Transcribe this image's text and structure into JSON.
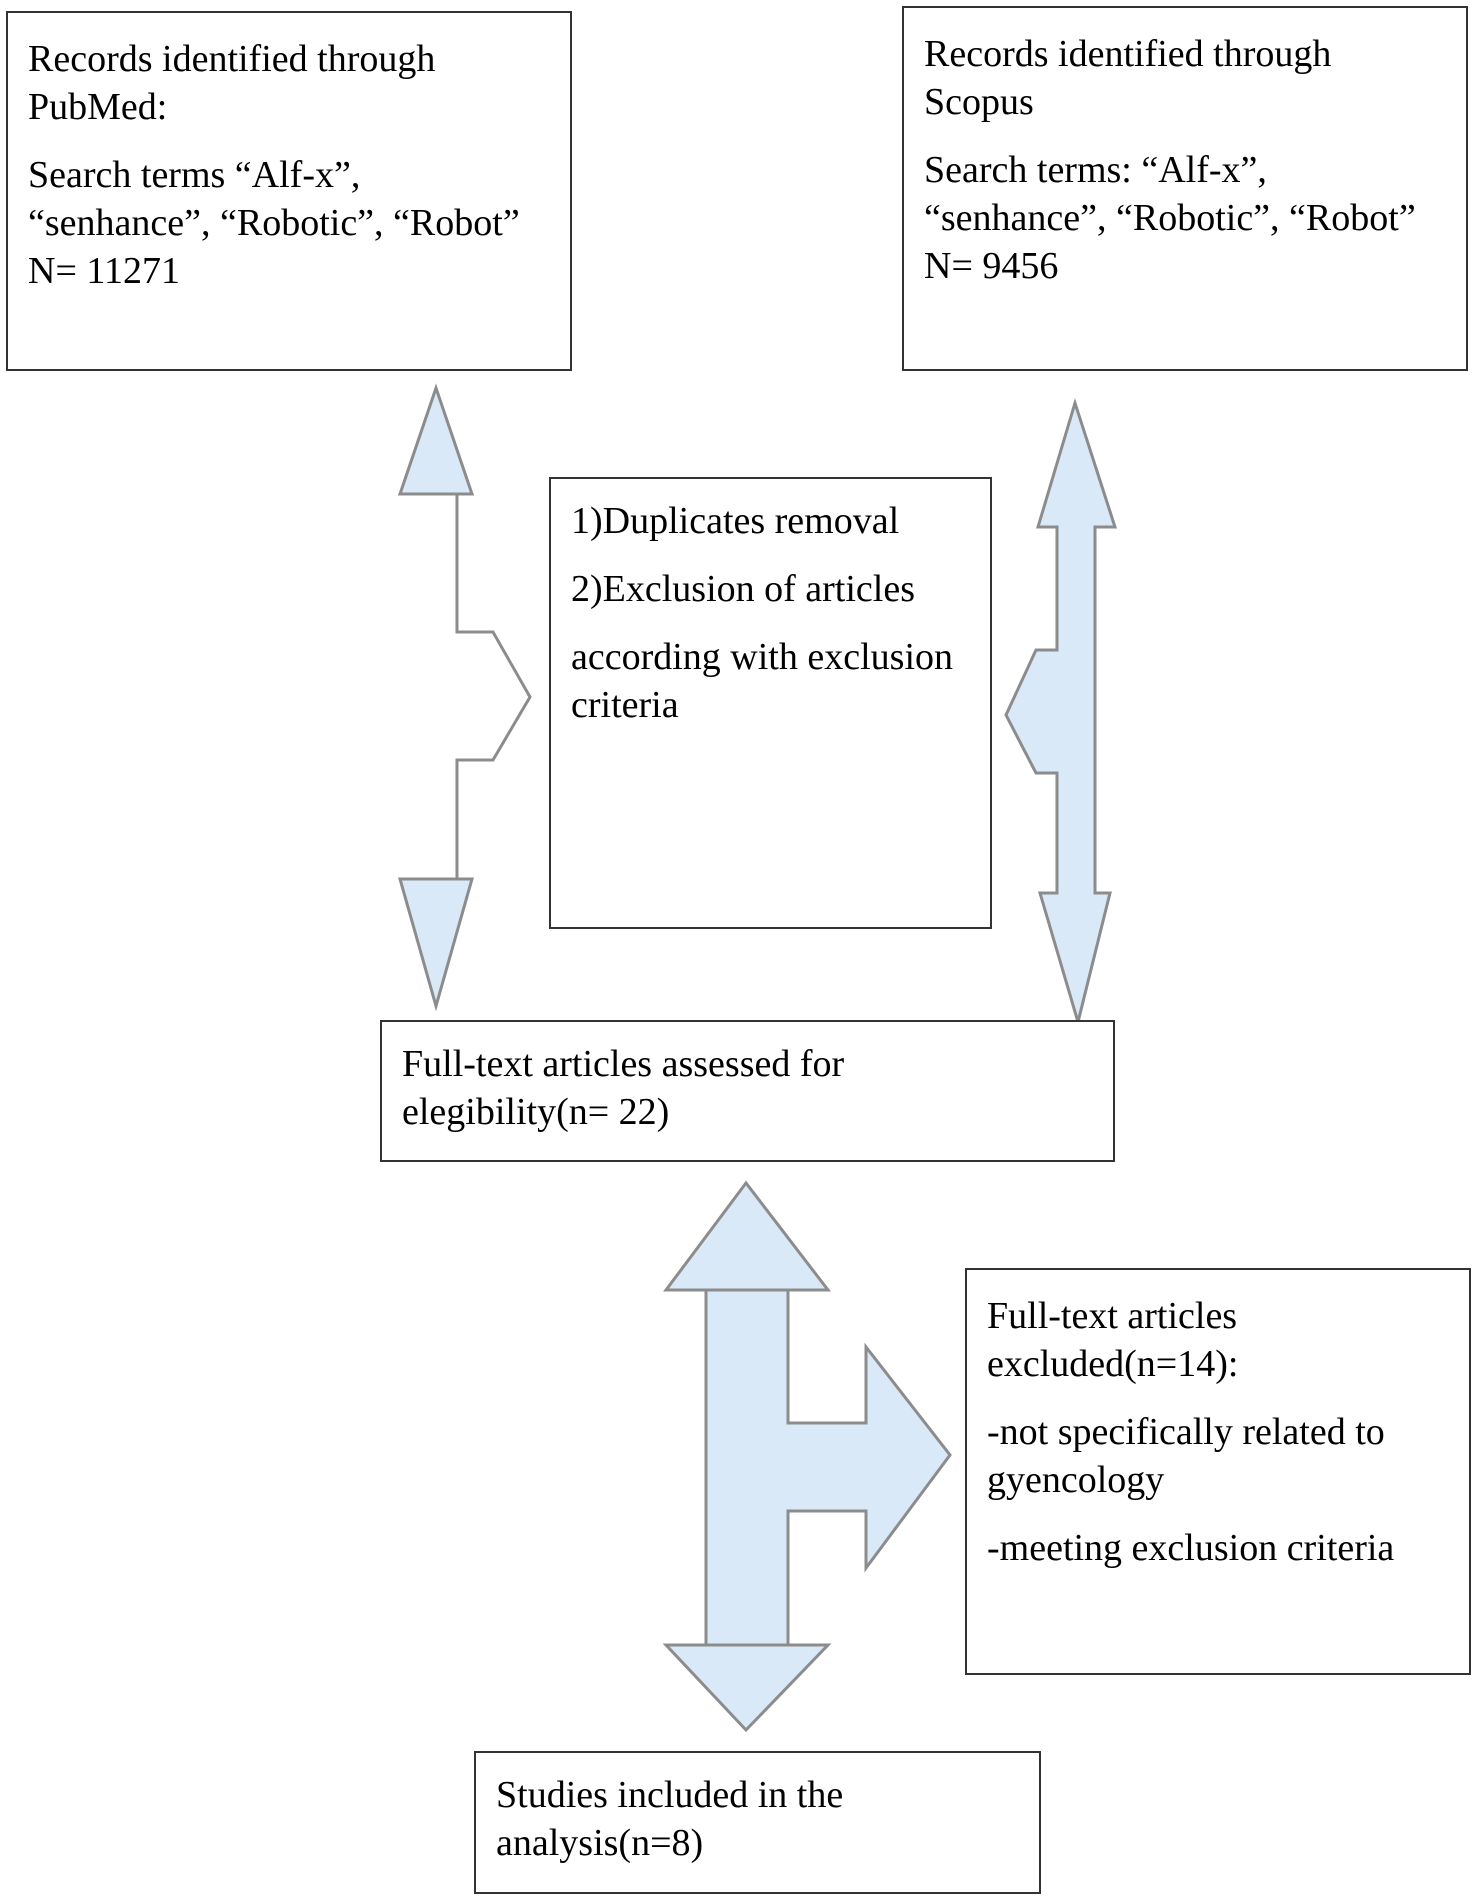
{
  "pubmed_box": {
    "line1": "Records identified through PubMed:",
    "line2": "Search terms “Alf-x”, “senhance”, “Robotic”, “Robot” N= 11271"
  },
  "scopus_box": {
    "line1": "Records identified through Scopus",
    "line2": "Search terms:  “Alf-x”, “senhance”, “Robotic”, “Robot” N= 9456"
  },
  "screening_box": {
    "step1": "1)Duplicates removal",
    "step2": "2)Exclusion of articles",
    "step2_cont": "according with exclusion criteria"
  },
  "fulltext_box": {
    "text": "Full-text articles assessed for elegibility(n= 22)"
  },
  "excluded_box": {
    "title": "Full-text articles excluded(n=14):",
    "reason1": "-not specifically related to gyencology",
    "reason2": "-meeting exclusion criteria"
  },
  "included_box": {
    "text": "Studies included in the analysis(n=8)"
  },
  "colors": {
    "arrow_fill": "#d9e9f7",
    "arrow_stroke": "#8c8c8c",
    "box_border": "#333333"
  }
}
